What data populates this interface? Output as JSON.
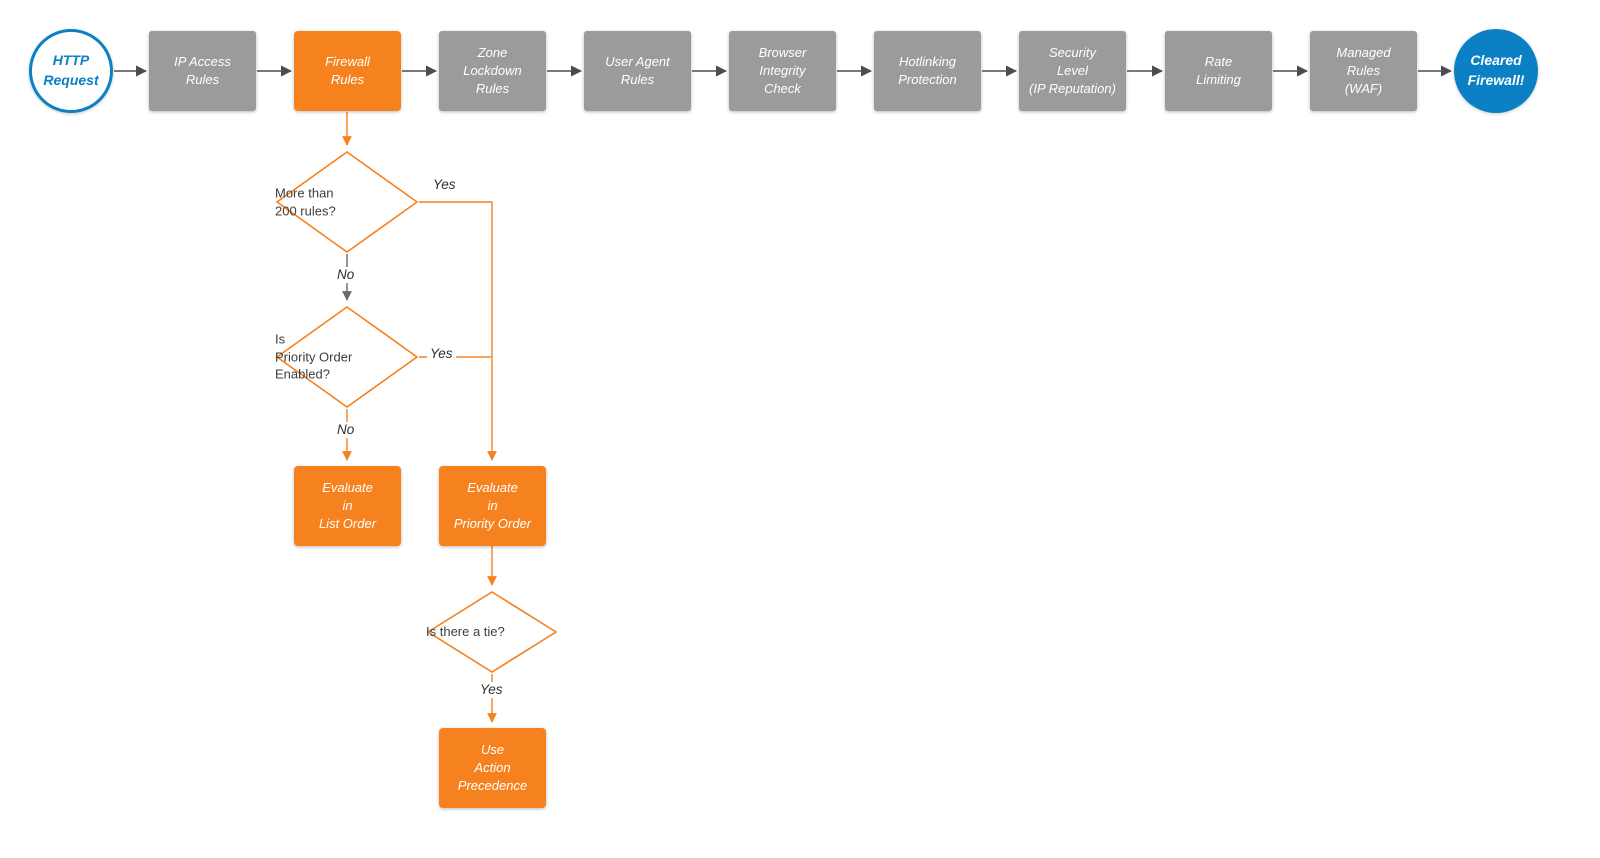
{
  "colors": {
    "box_gray": "#9B9B9B",
    "accent_orange": "#F6821F",
    "accent_blue": "#0B80C4",
    "arrow_gray": "#4D4D4D",
    "arrow_dark": "#6A6A6A",
    "text_light": "#FFFFFF",
    "text_dark": "#3D3D3D"
  },
  "start": {
    "label": "HTTP\nRequest"
  },
  "end": {
    "label": "Cleared\nFirewall!"
  },
  "pipeline": [
    {
      "label": "IP Access\nRules"
    },
    {
      "label": "Firewall\nRules"
    },
    {
      "label": "Zone\nLockdown\nRules"
    },
    {
      "label": "User Agent\nRules"
    },
    {
      "label": "Browser\nIntegrity\nCheck"
    },
    {
      "label": "Hotlinking\nProtection"
    },
    {
      "label": "Security\nLevel\n(IP Reputation)"
    },
    {
      "label": "Rate\nLimiting"
    },
    {
      "label": "Managed\nRules\n(WAF)"
    }
  ],
  "decisions": {
    "more_than_200": {
      "label": "More than\n200 rules?"
    },
    "priority_enabled": {
      "label": "Is\nPriority Order\nEnabled?"
    },
    "tie": {
      "label": "Is there a tie?"
    }
  },
  "actions": {
    "list_order": {
      "label": "Evaluate\nin\nList Order"
    },
    "priority_order": {
      "label": "Evaluate\nin\nPriority Order"
    },
    "precedence": {
      "label": "Use\nAction\nPrecedence"
    }
  },
  "edge_labels": {
    "d1_yes": "Yes",
    "d1_no": "No",
    "d2_yes": "Yes",
    "d2_no": "No",
    "d3_yes": "Yes"
  }
}
